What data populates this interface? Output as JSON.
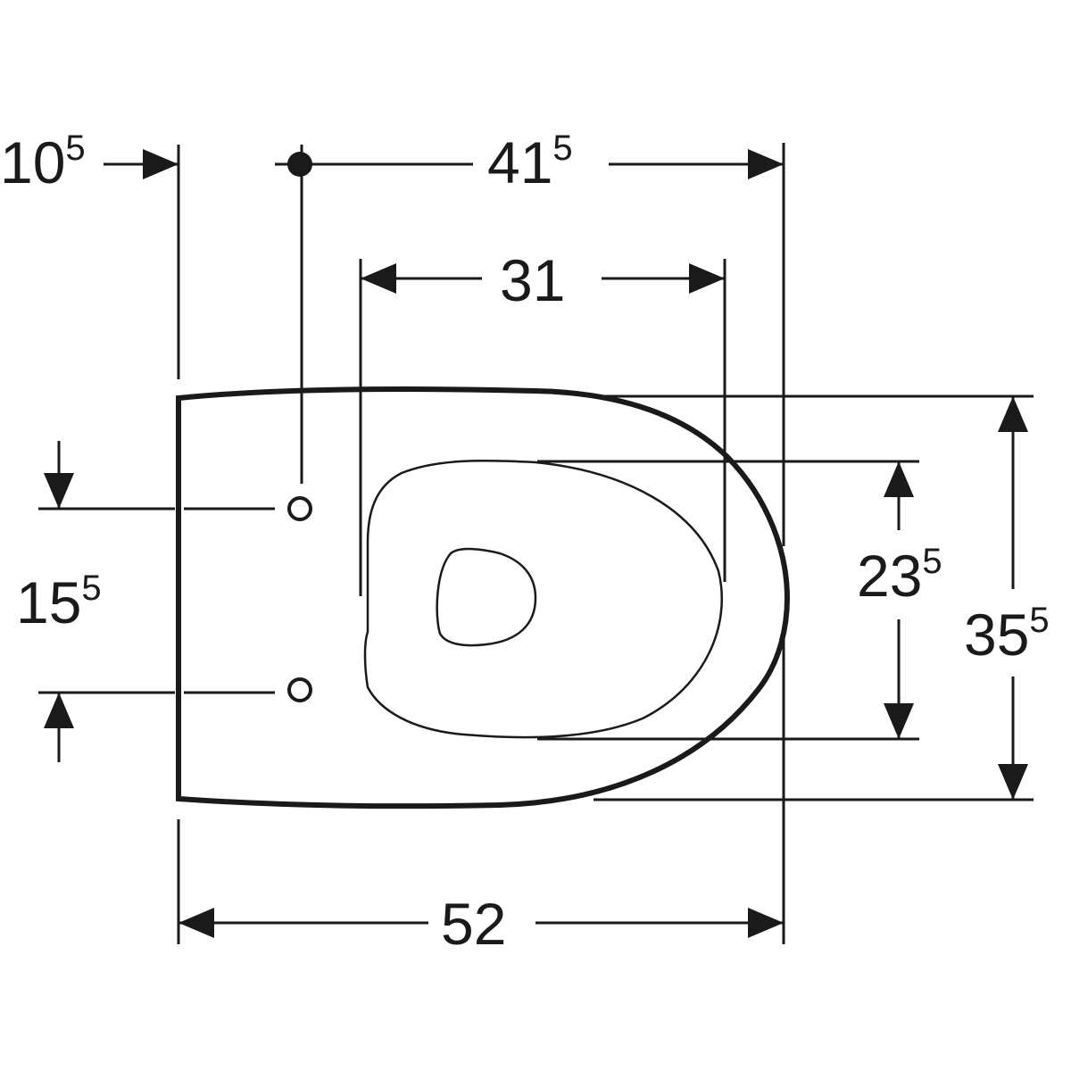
{
  "diagram": {
    "title": "Wall-hung WC top view dimension drawing",
    "units": "cm",
    "line_color": "#1a1a1a",
    "background": "#ffffff"
  },
  "dimensions": {
    "wall_offset": {
      "main": "10",
      "sup": "5",
      "value": 10.5,
      "orientation": "horizontal"
    },
    "fixing_to_front": {
      "main": "41",
      "sup": "5",
      "value": 41.5,
      "orientation": "horizontal"
    },
    "seat_length": {
      "main": "31",
      "sup": "",
      "value": 31,
      "orientation": "horizontal"
    },
    "fixing_spacing": {
      "main": "15",
      "sup": "5",
      "value": 15.5,
      "orientation": "vertical"
    },
    "seat_width": {
      "main": "23",
      "sup": "5",
      "value": 23.5,
      "orientation": "vertical"
    },
    "total_width": {
      "main": "35",
      "sup": "5",
      "value": 35.5,
      "orientation": "vertical"
    },
    "total_length": {
      "main": "52",
      "sup": "",
      "value": 52,
      "orientation": "horizontal"
    }
  },
  "features": {
    "fixing_point": "filled-dot-reference",
    "fixing_holes": 2,
    "bowl_shape": "oval-outline",
    "opening_shape": "rounded-d-shape"
  }
}
